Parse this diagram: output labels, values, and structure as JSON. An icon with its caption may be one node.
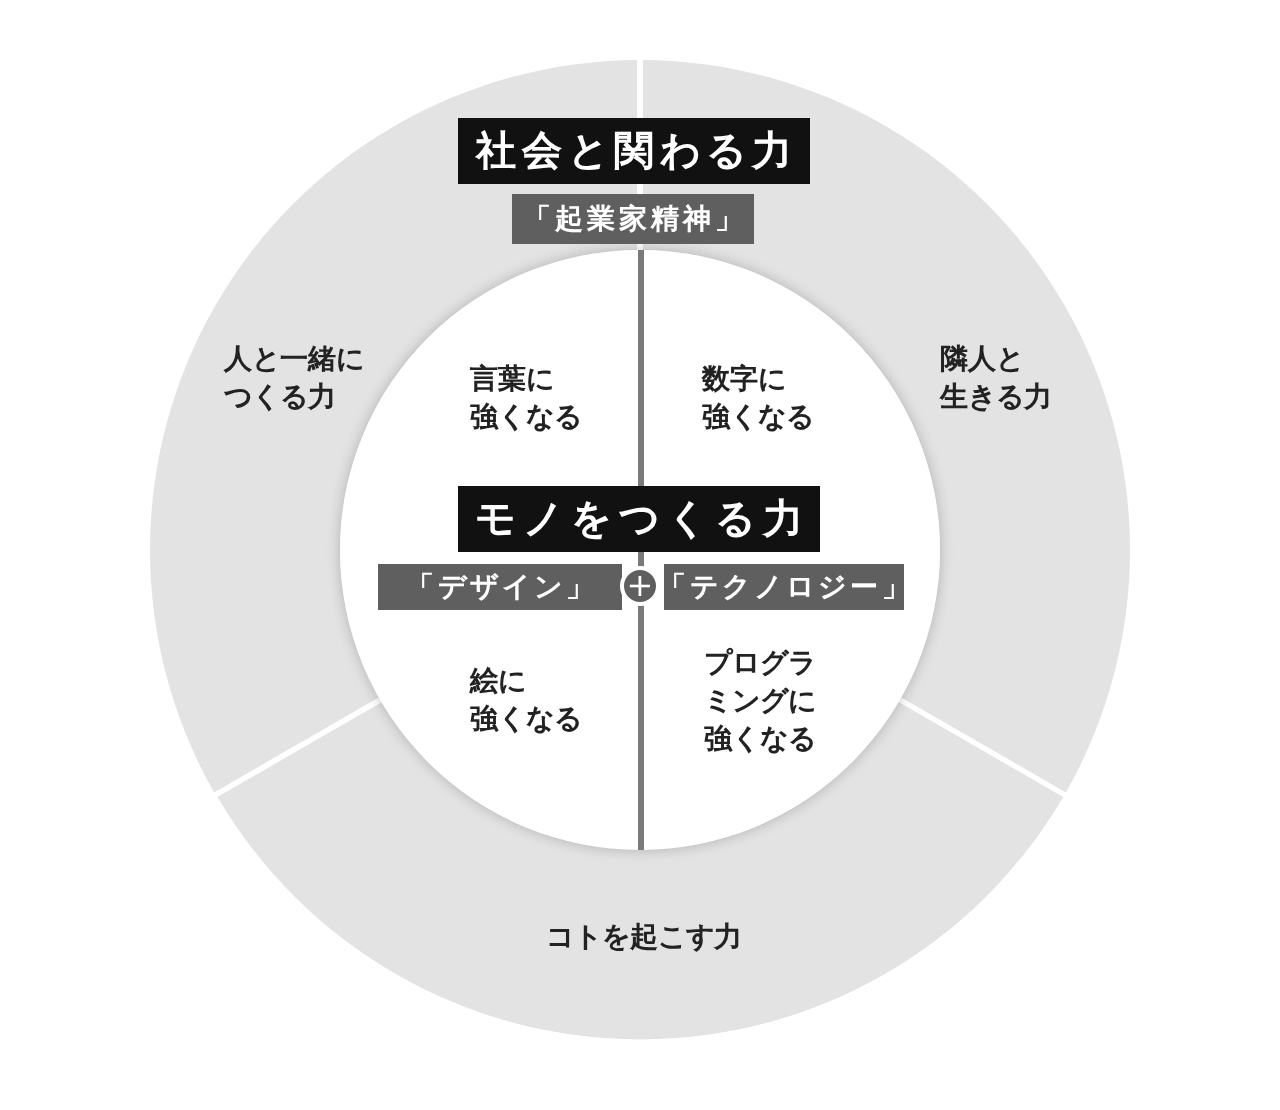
{
  "diagram": {
    "nodes": [
      {
        "text": [
          "社会と関わる力"
        ]
      },
      {
        "text": [
          "「起業家精神」"
        ]
      },
      {
        "text": [
          "人と一緒につくる力"
        ]
      },
      {
        "text": [
          "隣人と生きる力"
        ]
      },
      {
        "text": [],
        "shape": "circle"
      },
      {
        "text": [
          "言葉に強くなる",
          "絵に強くなる"
        ],
        "in": 4
      },
      {
        "text": [
          "数字に強くなる",
          "プログラミングに強くなる"
        ],
        "in": 4
      },
      {
        "text": [
          "モノをつくる力"
        ],
        "in": 4
      },
      {
        "text": [
          "「デザイン」"
        ],
        "in": 5
      },
      {
        "text": [
          "+"
        ],
        "in": 4
      },
      {
        "text": [
          "「テクノロジー」"
        ],
        "in": 6
      },
      {
        "text": [
          "コトを起こす力"
        ]
      }
    ]
  }
}
